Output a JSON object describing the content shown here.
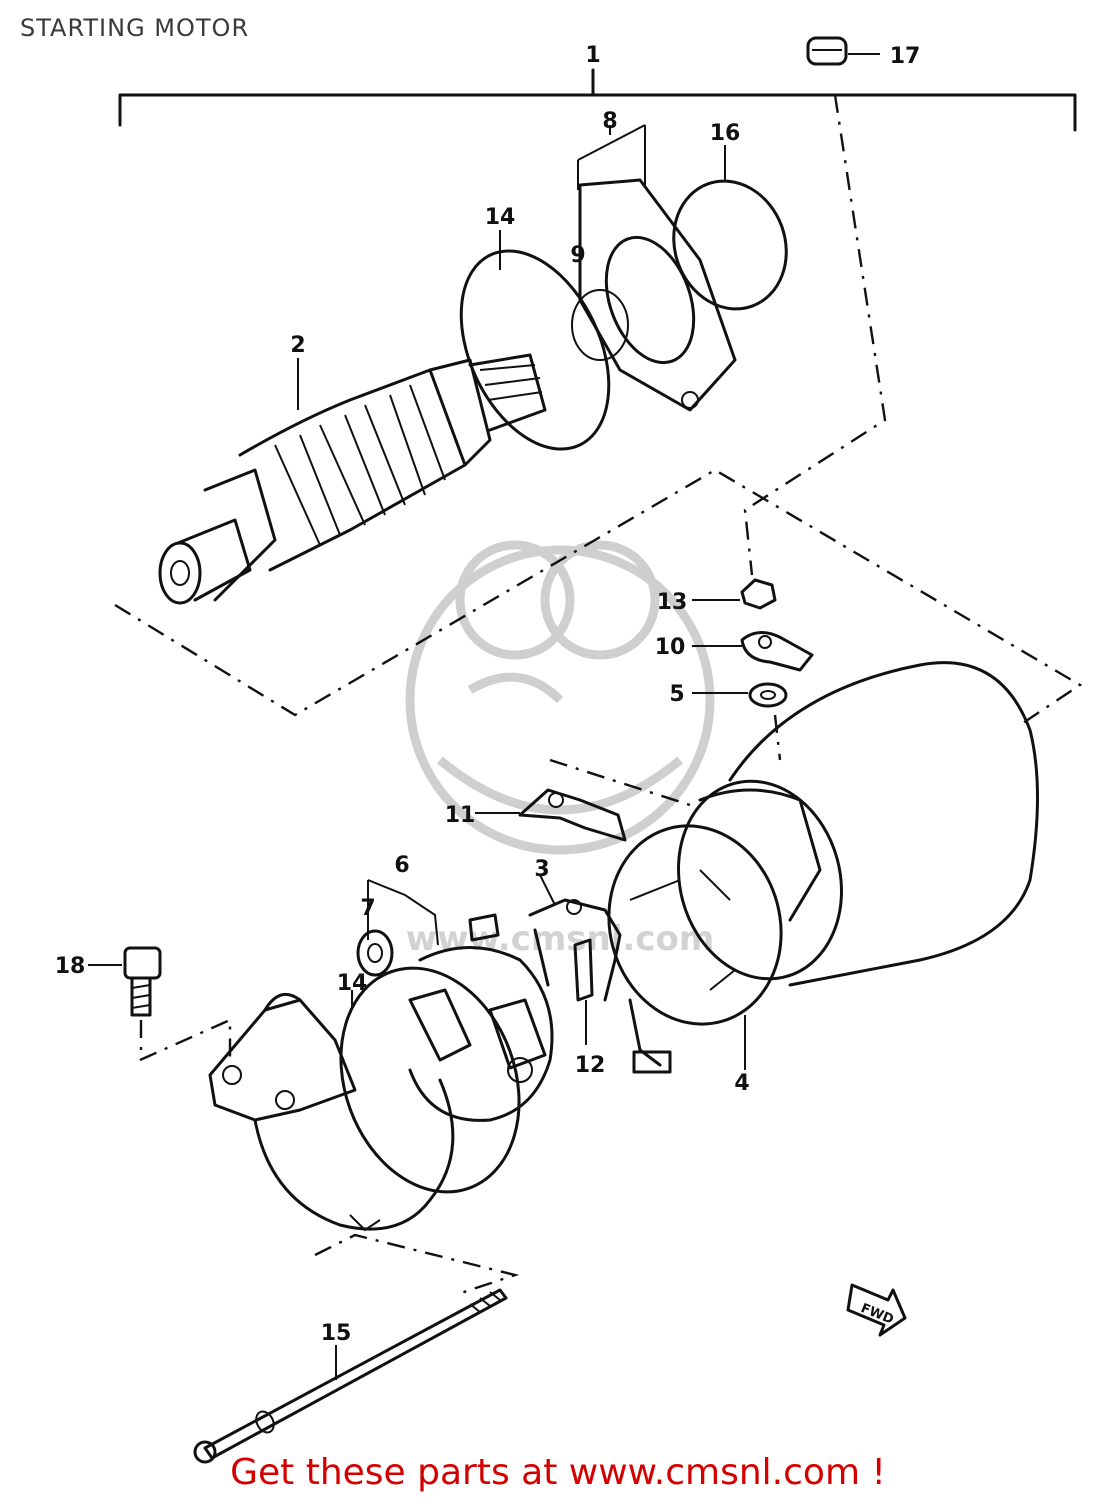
{
  "title": "STARTING MOTOR",
  "promo": "Get these parts at www.cmsnl.com !",
  "watermark_text": "www.cmsnl.com",
  "fwd_label": "FWD",
  "callouts": [
    {
      "id": "1",
      "label": "1"
    },
    {
      "id": "2",
      "label": "2"
    },
    {
      "id": "3",
      "label": "3"
    },
    {
      "id": "4",
      "label": "4"
    },
    {
      "id": "5",
      "label": "5"
    },
    {
      "id": "6",
      "label": "6"
    },
    {
      "id": "7",
      "label": "7"
    },
    {
      "id": "8",
      "label": "8"
    },
    {
      "id": "9",
      "label": "9"
    },
    {
      "id": "10",
      "label": "10"
    },
    {
      "id": "11",
      "label": "11"
    },
    {
      "id": "12",
      "label": "12"
    },
    {
      "id": "13",
      "label": "13"
    },
    {
      "id": "14a",
      "label": "14"
    },
    {
      "id": "14b",
      "label": "14"
    },
    {
      "id": "15",
      "label": "15"
    },
    {
      "id": "16",
      "label": "16"
    },
    {
      "id": "17",
      "label": "17"
    },
    {
      "id": "18",
      "label": "18"
    }
  ]
}
